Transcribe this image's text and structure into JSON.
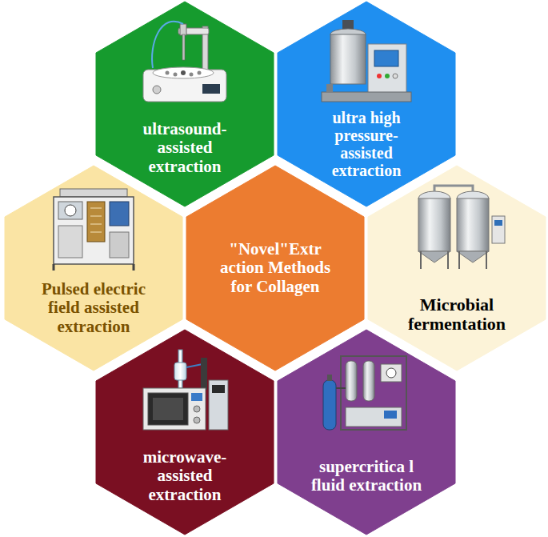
{
  "diagram": {
    "nodes": [
      {
        "text": [
          "ultrasound- assisted extraction"
        ]
      },
      {
        "text": [
          "ultra high pressure- assisted extraction"
        ]
      },
      {
        "text": [
          "Pulsed electric field assisted extraction"
        ]
      },
      {
        "text": [
          "\"Novel\"Extr action Methods for Collagen"
        ]
      },
      {
        "text": [
          "Microbial fermentation"
        ]
      },
      {
        "text": [
          "microwave- assisted extraction"
        ]
      },
      {
        "text": [
          "supercritica l fluid extraction"
        ]
      }
    ]
  }
}
